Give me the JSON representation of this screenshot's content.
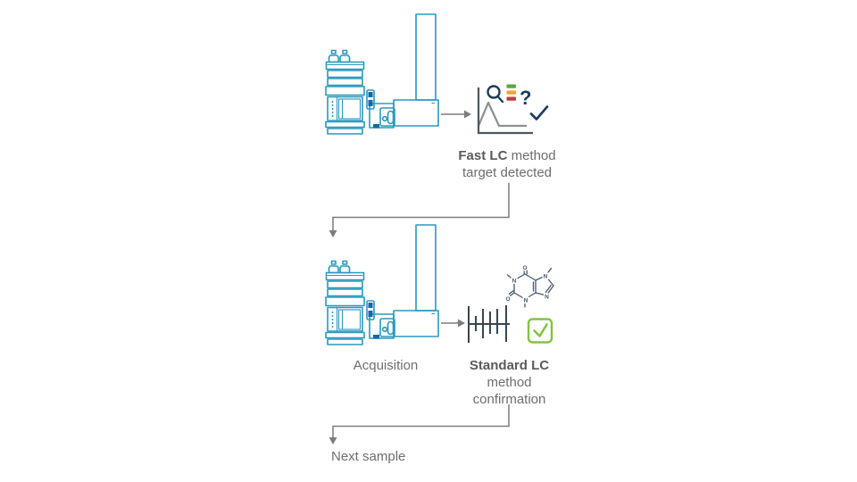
{
  "diagram": {
    "step1": {
      "caption_bold": "Fast LC",
      "caption_rest": " method",
      "caption_line2": "target detected"
    },
    "step2": {
      "acquisition_label": "Acquisition",
      "caption_bold": "Standard LC",
      "caption_line2": "method",
      "caption_line3": "confirmation"
    },
    "footer_label": "Next sample",
    "icons": {
      "question_mark": "?"
    },
    "molecule": {
      "atoms": [
        {
          "label": "O"
        },
        {
          "label": "N"
        },
        {
          "label": "O"
        },
        {
          "label": "N"
        },
        {
          "label": "N"
        },
        {
          "label": "N"
        }
      ]
    },
    "colors": {
      "instrument": "#2a98bd",
      "instrument_accent": "#1467a8",
      "connector": "#7d7d7d",
      "text": "#6c6d6f",
      "text_bold": "#595a5c",
      "navy": "#1c3c5e",
      "bar_green": "#5aa73e",
      "bar_amber": "#eea33c",
      "bar_red": "#bf3d3d",
      "check_green": "#82c341",
      "molecule": "#45586c",
      "spectrum": "#37474f",
      "chrom_axis": "#4d575f",
      "chrom_peak": "#8a9094"
    }
  }
}
